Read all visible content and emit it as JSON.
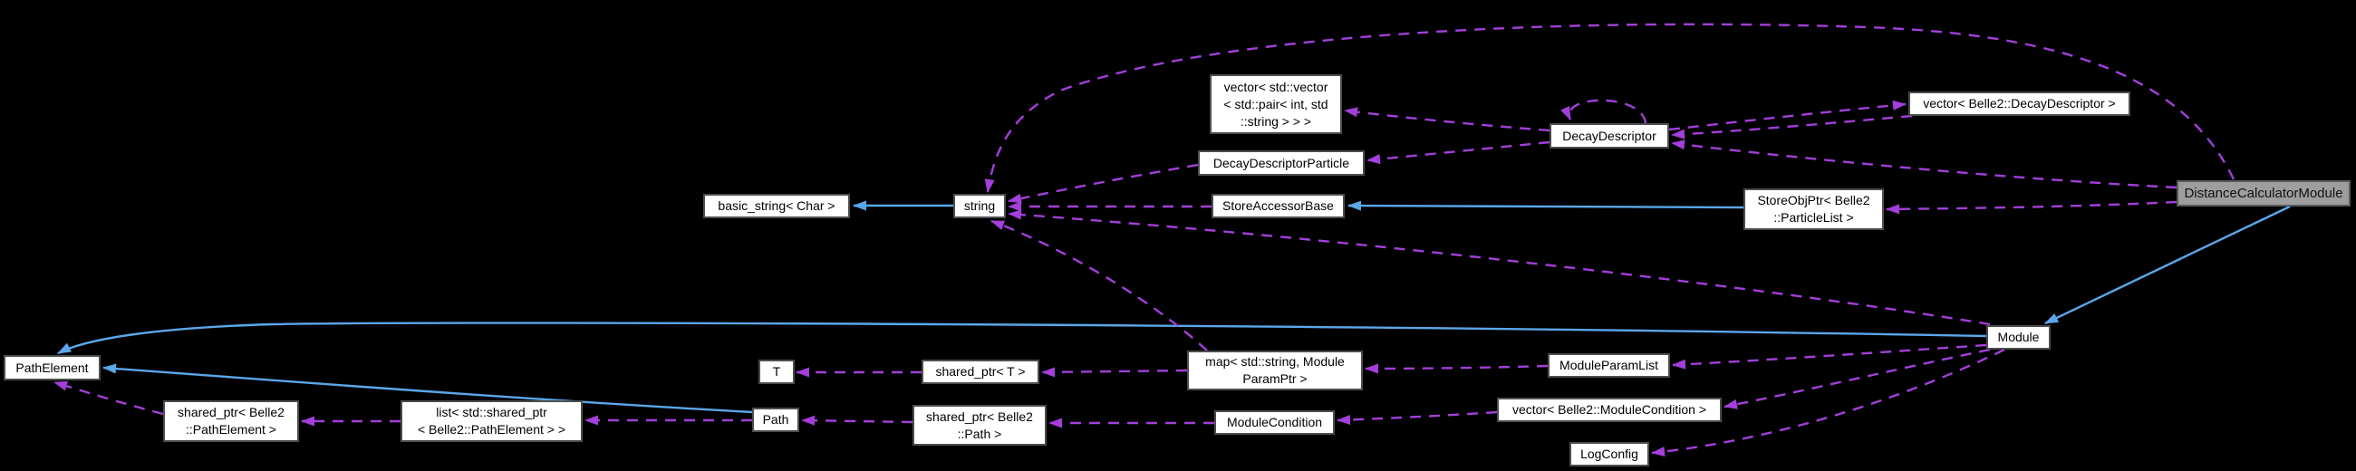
{
  "diagram": {
    "type": "doxygen-collaboration-graph",
    "background_color": "#000000",
    "colors": {
      "usage_edge": "#a33fdb",
      "inheritance_edge": "#5ba7ea",
      "node_fill": "#ffffff",
      "node_border": "#4d4d4d",
      "focus_node_fill": "#9e9e9e",
      "text": "#000000"
    },
    "nodes": {
      "vec_vec_pair": {
        "label": "vector< std::vector\n< std::pair< int, std\n::string > > >"
      },
      "decay_descriptor": {
        "label": "DecayDescriptor"
      },
      "vec_decay_descriptor": {
        "label": "vector< Belle2::DecayDescriptor >"
      },
      "decay_descriptor_particle": {
        "label": "DecayDescriptorParticle"
      },
      "basic_string": {
        "label": "basic_string< Char >"
      },
      "string": {
        "label": "string"
      },
      "store_accessor_base": {
        "label": "StoreAccessorBase"
      },
      "store_obj_ptr": {
        "label": "StoreObjPtr< Belle2\n::ParticleList >"
      },
      "distance_calculator_module": {
        "label": "DistanceCalculatorModule"
      },
      "module": {
        "label": "Module"
      },
      "path_element": {
        "label": "PathElement"
      },
      "t": {
        "label": "T"
      },
      "shared_ptr_t": {
        "label": "shared_ptr< T >"
      },
      "map_module_param": {
        "label": "map< std::string, Module\nParamPtr >"
      },
      "module_param_list": {
        "label": "ModuleParamList"
      },
      "shared_ptr_path_element": {
        "label": "shared_ptr< Belle2\n::PathElement >"
      },
      "list_shared_ptr_path_element": {
        "label": "list< std::shared_ptr\n< Belle2::PathElement > >"
      },
      "path": {
        "label": "Path"
      },
      "shared_ptr_path": {
        "label": "shared_ptr< Belle2\n::Path >"
      },
      "module_condition": {
        "label": "ModuleCondition"
      },
      "vec_module_condition": {
        "label": "vector< Belle2::ModuleCondition >"
      },
      "log_config": {
        "label": "LogConfig"
      }
    },
    "edges": [
      {
        "from": "string",
        "to": "basic_string",
        "relation": "inherits"
      },
      {
        "from": "store_obj_ptr",
        "to": "store_accessor_base",
        "relation": "inherits"
      },
      {
        "from": "distance_calculator_module",
        "to": "module",
        "relation": "inherits"
      },
      {
        "from": "module",
        "to": "path_element",
        "relation": "inherits"
      },
      {
        "from": "path",
        "to": "path_element",
        "relation": "inherits"
      },
      {
        "from": "distance_calculator_module",
        "to": "string",
        "relation": "uses"
      },
      {
        "from": "distance_calculator_module",
        "to": "store_obj_ptr",
        "relation": "uses"
      },
      {
        "from": "distance_calculator_module",
        "to": "decay_descriptor",
        "relation": "uses"
      },
      {
        "from": "decay_descriptor",
        "to": "vec_decay_descriptor",
        "relation": "uses"
      },
      {
        "from": "vec_decay_descriptor",
        "to": "decay_descriptor",
        "relation": "uses"
      },
      {
        "from": "decay_descriptor",
        "to": "decay_descriptor",
        "relation": "uses"
      },
      {
        "from": "decay_descriptor",
        "to": "vec_vec_pair",
        "relation": "uses"
      },
      {
        "from": "decay_descriptor",
        "to": "decay_descriptor_particle",
        "relation": "uses"
      },
      {
        "from": "decay_descriptor_particle",
        "to": "string",
        "relation": "uses"
      },
      {
        "from": "store_accessor_base",
        "to": "string",
        "relation": "uses"
      },
      {
        "from": "module",
        "to": "string",
        "relation": "uses"
      },
      {
        "from": "map_module_param",
        "to": "string",
        "relation": "uses"
      },
      {
        "from": "module",
        "to": "module_param_list",
        "relation": "uses"
      },
      {
        "from": "module",
        "to": "vec_module_condition",
        "relation": "uses"
      },
      {
        "from": "module",
        "to": "log_config",
        "relation": "uses"
      },
      {
        "from": "module_param_list",
        "to": "map_module_param",
        "relation": "uses"
      },
      {
        "from": "map_module_param",
        "to": "shared_ptr_t",
        "relation": "uses"
      },
      {
        "from": "shared_ptr_t",
        "to": "t",
        "relation": "uses"
      },
      {
        "from": "vec_module_condition",
        "to": "module_condition",
        "relation": "uses"
      },
      {
        "from": "module_condition",
        "to": "shared_ptr_path",
        "relation": "uses"
      },
      {
        "from": "shared_ptr_path",
        "to": "path",
        "relation": "uses"
      },
      {
        "from": "path",
        "to": "list_shared_ptr_path_element",
        "relation": "uses"
      },
      {
        "from": "list_shared_ptr_path_element",
        "to": "shared_ptr_path_element",
        "relation": "uses"
      },
      {
        "from": "shared_ptr_path_element",
        "to": "path_element",
        "relation": "uses"
      }
    ]
  }
}
